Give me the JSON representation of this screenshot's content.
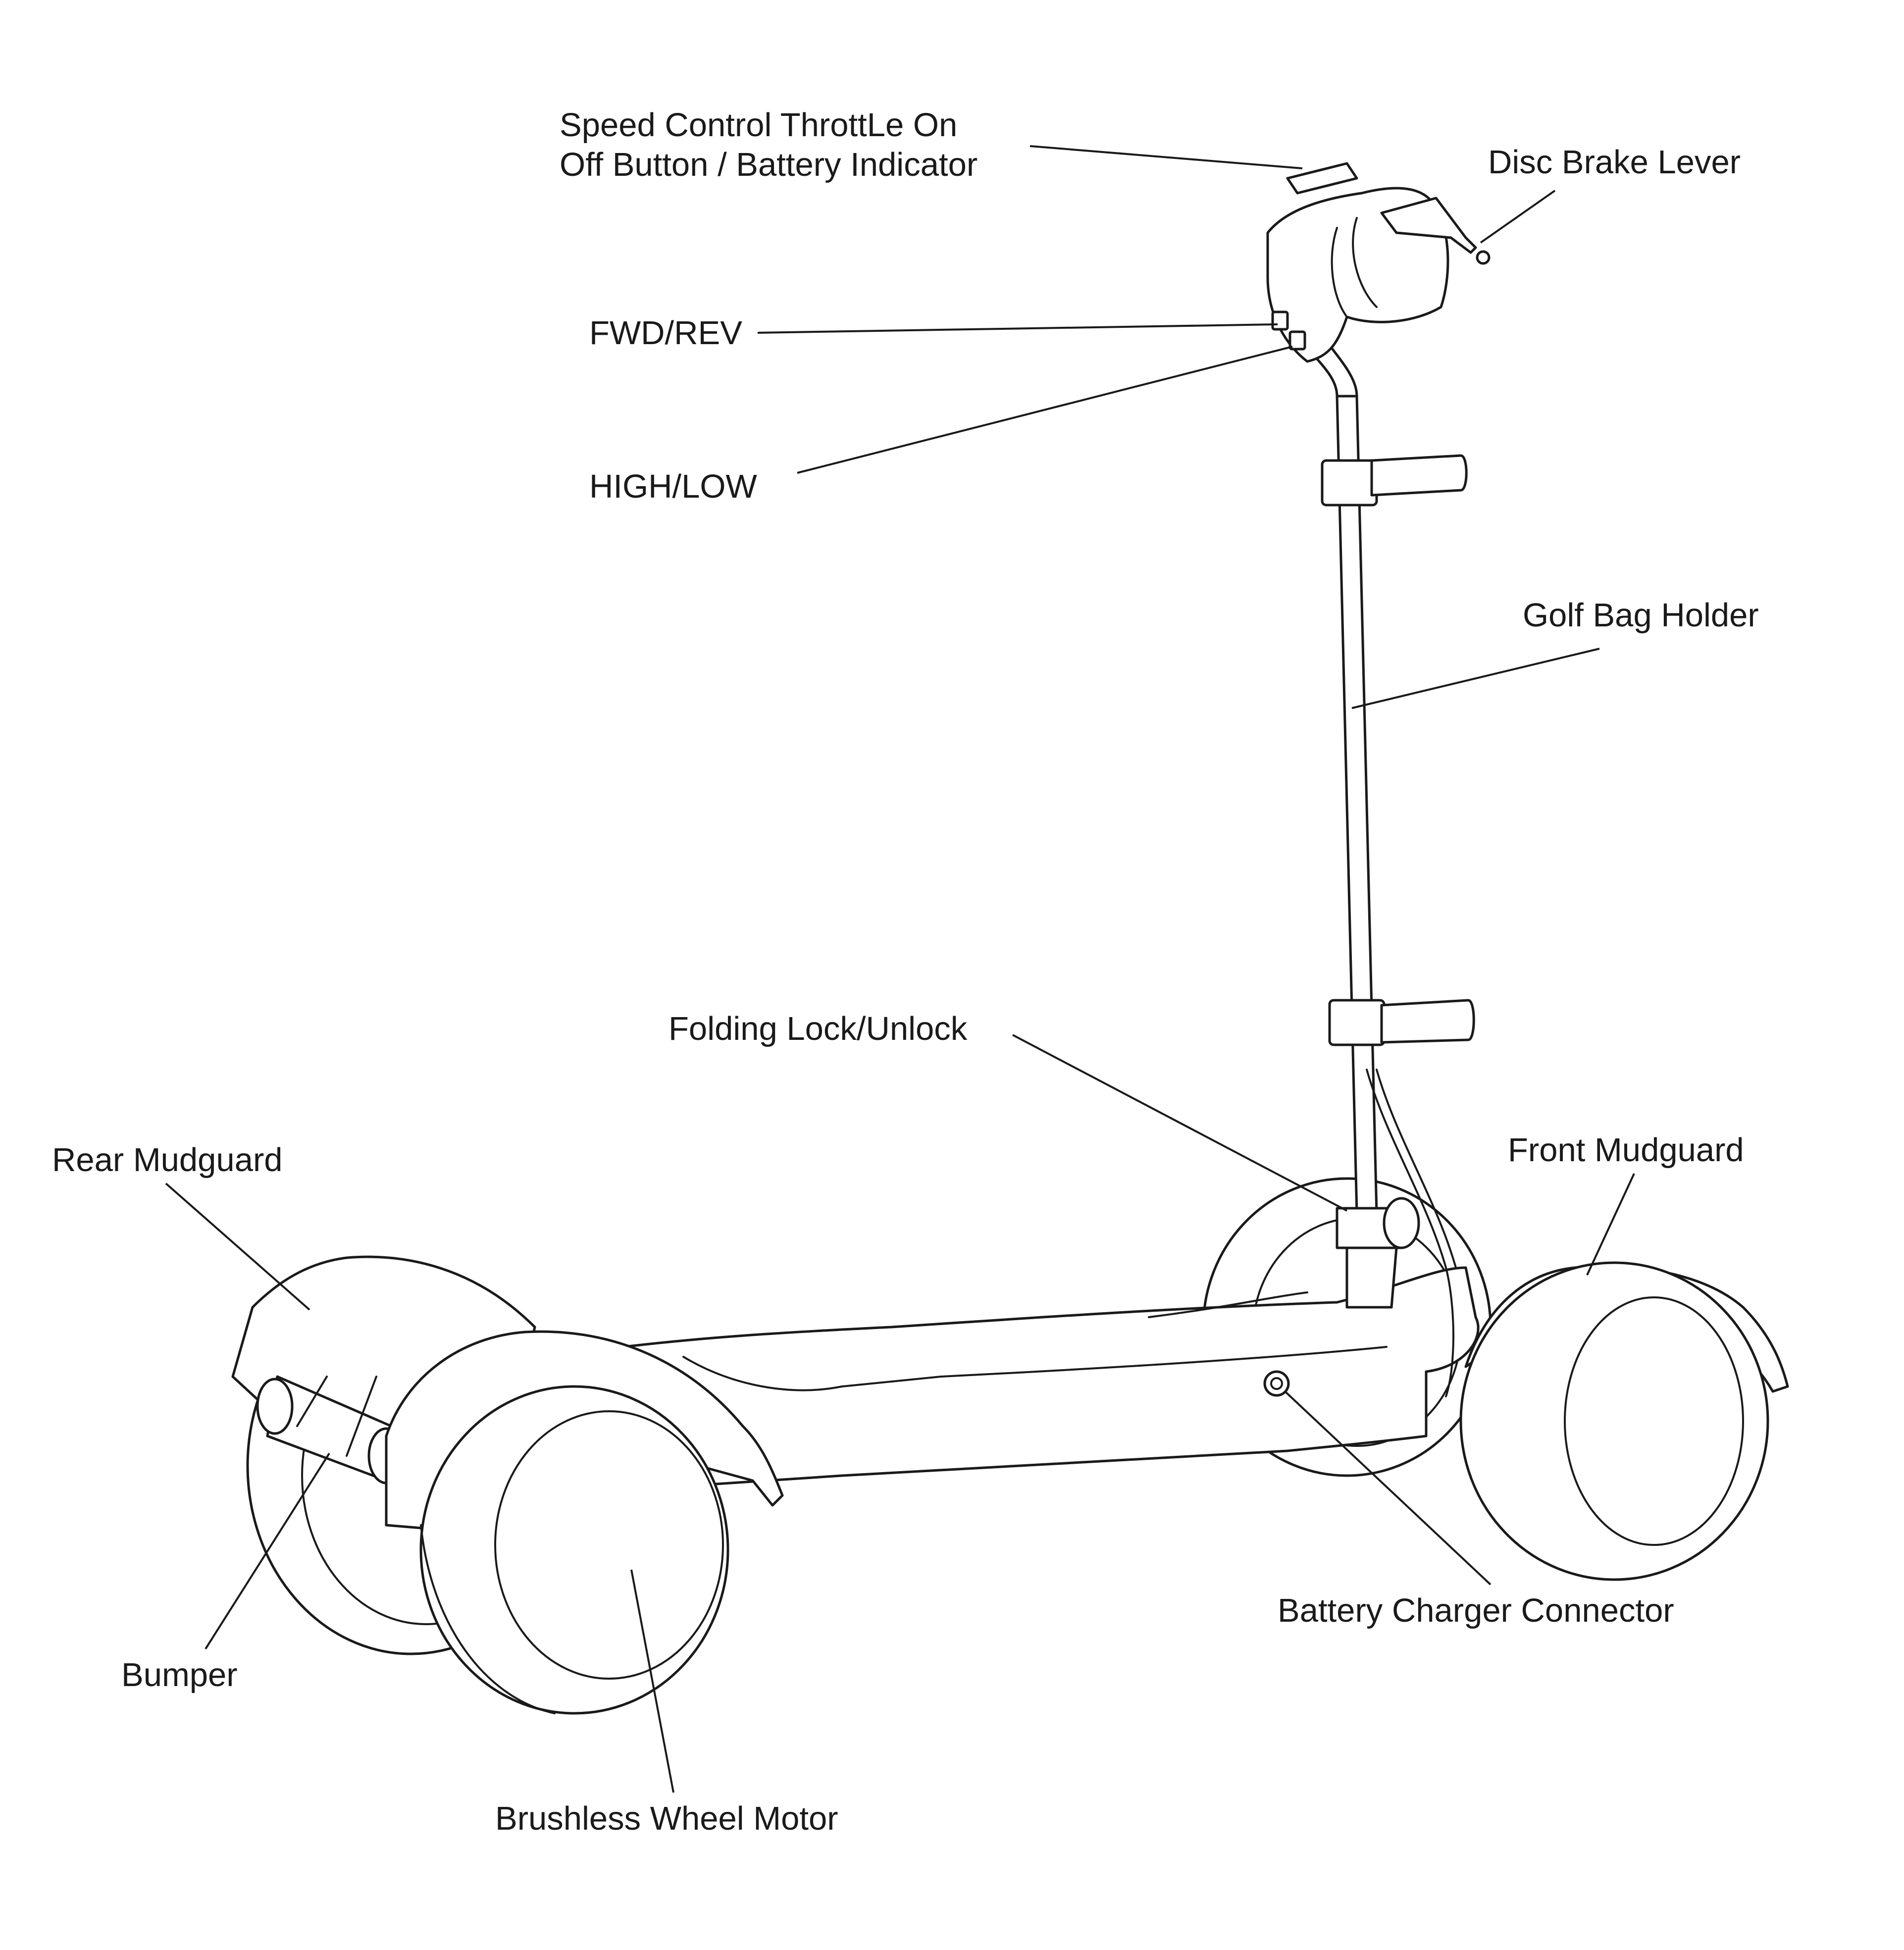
{
  "labels": {
    "throttle_line1": "Speed Control ThrottLe On",
    "throttle_line2": "Off Button / Battery Indicator",
    "disc_brake_lever": "Disc Brake Lever",
    "fwd_rev": "FWD/REV",
    "high_low": "HIGH/LOW",
    "golf_bag_holder": "Golf Bag Holder",
    "folding_lock": "Folding Lock/Unlock",
    "rear_mudguard": "Rear  Mudguard",
    "front_mudguard": "Front Mudguard",
    "bumper": "Bumper",
    "battery_charger_connector": "Battery Charger Connector",
    "brushless_wheel_motor": "Brushless Wheel Motor"
  }
}
